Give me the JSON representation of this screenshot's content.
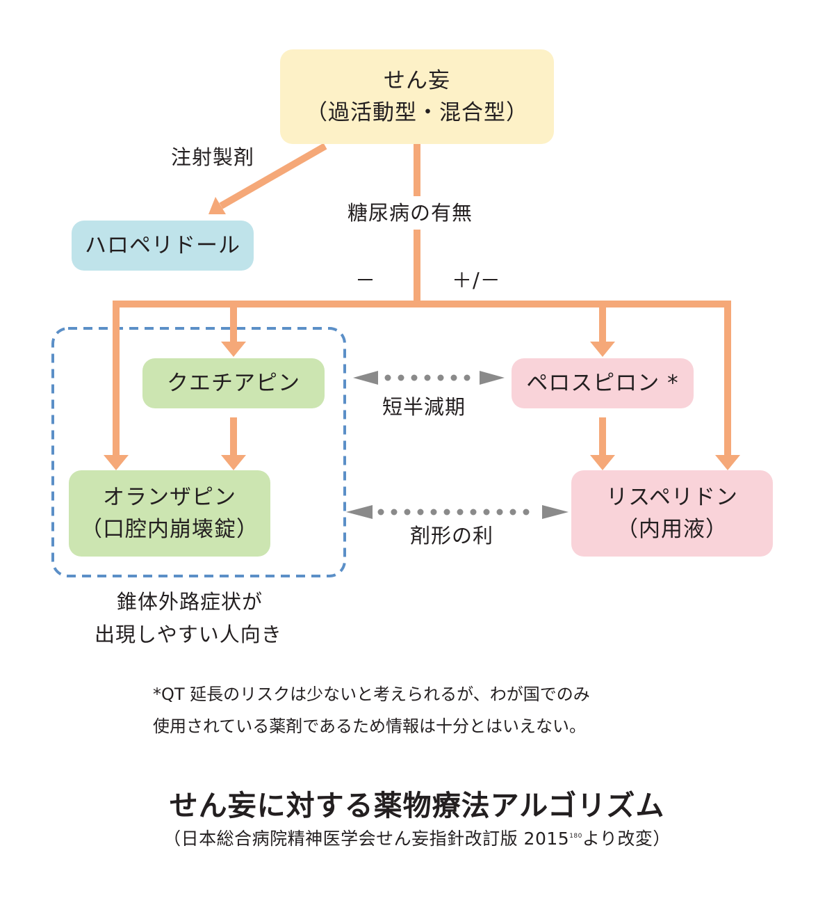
{
  "nodes": {
    "delirium": {
      "line1": "せん妄",
      "line2": "（過活動型・混合型）",
      "color": "#fdf1c7"
    },
    "haloperidol": {
      "line1": "ハロペリドール",
      "color": "#bfe3ea"
    },
    "quetiapine": {
      "line1": "クエチアピン",
      "color": "#cce5b1"
    },
    "olanzapine": {
      "line1": "オランザピン",
      "line2": "（口腔内崩壊錠）",
      "color": "#cce5b1"
    },
    "perospirone": {
      "line1": "ペロスピロン *",
      "color": "#f9d3d9"
    },
    "risperidone": {
      "line1": "リスペリドン",
      "line2": "（内用液）",
      "color": "#f9d3d9"
    }
  },
  "edge_labels": {
    "injection": "注射製剤",
    "diabetes": "糖尿病の有無",
    "minus": "－",
    "plus_minus": "＋/－",
    "short_half_life": "短半減期",
    "dosage_form": "剤形の利"
  },
  "group_note": {
    "line1": "錐体外路症状が",
    "line2": "出現しやすい人向き"
  },
  "footnote": {
    "line1": "*QT 延長のリスクは少ないと考えられるが、わが国でのみ",
    "line2": "使用されている薬剤であるため情報は十分とはいえない。"
  },
  "title": "せん妄に対する薬物療法アルゴリズム",
  "source": {
    "text_before": "（日本総合病院精神医学会せん妄指針改訂版 2015",
    "ref": "180",
    "text_after": "より改変）"
  },
  "colors": {
    "arrow": "#f5a878",
    "dotted_arrow": "#8a8a8a",
    "dashed_group": "#5b8fc7"
  }
}
